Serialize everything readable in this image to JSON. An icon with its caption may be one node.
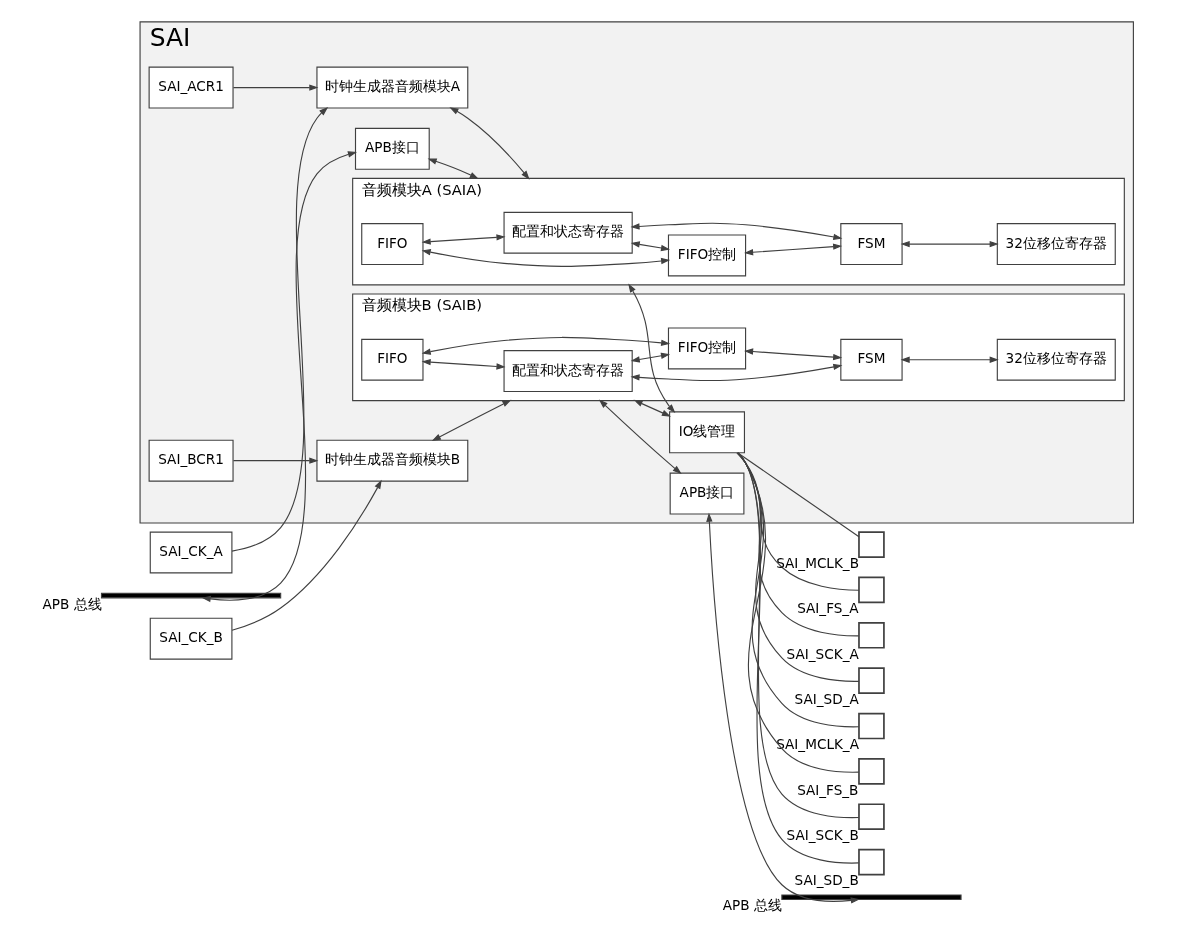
{
  "diagram": {
    "nodes": [
      {
        "text": [
          "SAI"
        ]
      },
      {
        "text": [],
        "shape": "bar",
        "beside": [
          "APB 总线"
        ]
      },
      {
        "text": [
          "APB接口"
        ],
        "in": 0
      },
      {
        "text": [
          "SAI_ACR1"
        ],
        "in": 0
      },
      {
        "text": [
          "SAI_CK_A"
        ]
      },
      {
        "text": [
          "时钟生成器音频模块A"
        ],
        "in": 0
      },
      {
        "text": [
          "音频模块A (SAIA)"
        ],
        "in": 0
      },
      {
        "text": [
          "FIFO"
        ],
        "in": 6
      },
      {
        "text": [
          "FIFO控制"
        ],
        "in": 6
      },
      {
        "text": [
          "配置和状态寄存器"
        ],
        "in": 6
      },
      {
        "text": [
          "FSM"
        ],
        "in": 6
      },
      {
        "text": [
          "32位移位寄存器"
        ],
        "in": 6
      },
      {
        "text": [
          "IO线管理"
        ],
        "in": 0
      },
      {
        "text": [],
        "shape": "box",
        "beside": [
          "SAI_FS_A"
        ]
      },
      {
        "text": [],
        "shape": "box",
        "beside": [
          "SAI_SCK_A"
        ]
      },
      {
        "text": [],
        "shape": "box",
        "beside": [
          "SAI_SD_A"
        ]
      },
      {
        "text": [],
        "shape": "box",
        "beside": [
          "SAI_MCLK_A"
        ]
      },
      {
        "text": [
          "音频模块B (SAIB)"
        ],
        "in": 0
      },
      {
        "text": [
          "FIFO"
        ],
        "in": 17
      },
      {
        "text": [
          "FIFO控制"
        ],
        "in": 17
      },
      {
        "text": [
          "SAI_CK_B"
        ]
      },
      {
        "text": [
          "时钟生成器音频模块B"
        ],
        "in": 0
      },
      {
        "text": [
          "配置和状态寄存器"
        ],
        "in": 17
      },
      {
        "text": [
          "FSM"
        ],
        "in": 17
      },
      {
        "text": [
          "32位移位寄存器"
        ],
        "in": 17
      },
      {
        "text": [
          "SAI_BCR1"
        ],
        "in": 0
      },
      {
        "text": [],
        "shape": "box",
        "beside": [
          "SAI_FS_B"
        ]
      },
      {
        "text": [],
        "shape": "box",
        "beside": [
          "SAI_SCK_B"
        ]
      },
      {
        "text": [],
        "shape": "box",
        "beside": [
          "SAI_SD_B"
        ]
      },
      {
        "text": [],
        "shape": "box",
        "beside": [
          "SAI_MCLK_B"
        ]
      },
      {
        "text": [
          "APB接口"
        ],
        "in": 0
      },
      {
        "text": [],
        "shape": "bar",
        "beside": [
          "APB 总线"
        ]
      }
    ],
    "edges": [
      {
        "from": 1,
        "to": 2,
        "arrow": "both"
      },
      {
        "from": 2,
        "to": 6,
        "arrow": "both"
      },
      {
        "from": 3,
        "to": 5,
        "arrow": "to"
      },
      {
        "from": 4,
        "to": 5,
        "arrow": "to"
      },
      {
        "from": 5,
        "to": 6,
        "arrow": "both"
      },
      {
        "from": 7,
        "to": 8,
        "arrow": "both"
      },
      {
        "from": 7,
        "to": 9,
        "arrow": "both"
      },
      {
        "from": 9,
        "to": 8,
        "arrow": "both"
      },
      {
        "from": 9,
        "to": 10,
        "arrow": "both"
      },
      {
        "from": 8,
        "to": 10,
        "arrow": "both"
      },
      {
        "from": 10,
        "to": 11,
        "arrow": "both"
      },
      {
        "from": 6,
        "to": 12,
        "arrow": "both"
      },
      {
        "from": 12,
        "to": 13,
        "arrow": "none"
      },
      {
        "from": 12,
        "to": 14,
        "arrow": "none"
      },
      {
        "from": 12,
        "to": 15,
        "arrow": "none"
      },
      {
        "from": 12,
        "to": 16,
        "arrow": "none"
      },
      {
        "from": 18,
        "to": 19,
        "arrow": "both"
      },
      {
        "from": 18,
        "to": 22,
        "arrow": "both"
      },
      {
        "from": 22,
        "to": 19,
        "arrow": "both"
      },
      {
        "from": 22,
        "to": 23,
        "arrow": "both"
      },
      {
        "from": 19,
        "to": 23,
        "arrow": "both"
      },
      {
        "from": 23,
        "to": 24,
        "arrow": "both"
      },
      {
        "from": 20,
        "to": 21,
        "arrow": "to"
      },
      {
        "from": 25,
        "to": 21,
        "arrow": "to"
      },
      {
        "from": 21,
        "to": 17,
        "arrow": "both"
      },
      {
        "from": 17,
        "to": 12,
        "arrow": "both"
      },
      {
        "from": 12,
        "to": 26,
        "arrow": "none"
      },
      {
        "from": 12,
        "to": 27,
        "arrow": "none"
      },
      {
        "from": 12,
        "to": 28,
        "arrow": "none"
      },
      {
        "from": 12,
        "to": 29,
        "arrow": "none"
      },
      {
        "from": 17,
        "to": 30,
        "arrow": "both"
      },
      {
        "from": 30,
        "to": 31,
        "arrow": "both"
      }
    ]
  }
}
